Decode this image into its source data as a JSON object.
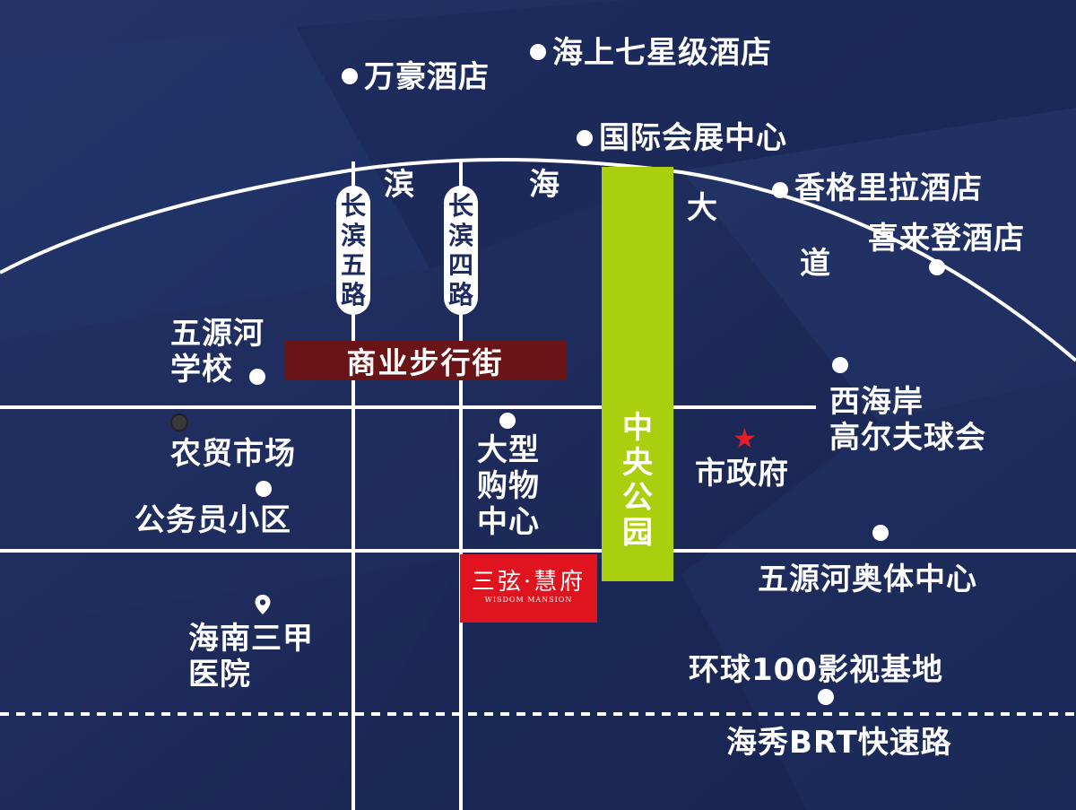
{
  "colors": {
    "background": "#1d2b5e",
    "road": "#ffffff",
    "park": "#a9cf0e",
    "pedestrian_street": "#6b1418",
    "project": "#e0141e",
    "government_star": "#e41e26"
  },
  "roads": {
    "binhai_avenue": [
      "滨",
      "海",
      "大",
      "道"
    ],
    "changbin_5": [
      "长",
      "滨",
      "五",
      "路"
    ],
    "changbin_4": [
      "长",
      "滨",
      "四",
      "路"
    ],
    "brt_expressway": "海秀BRT快速路"
  },
  "areas": {
    "central_park": [
      "中",
      "央",
      "公",
      "园"
    ],
    "pedestrian_street": "商业步行街",
    "project_name": "三弦·慧府",
    "project_english": "WISDOM MANSION"
  },
  "pois": {
    "wanhao_hotel": "万豪酒店",
    "haishang_hotel": "海上七星级酒店",
    "convention_center": "国际会展中心",
    "shangri_la": "香格里拉酒店",
    "sheraton": "喜来登酒店",
    "wuyuanhe_school": [
      "五源河",
      "学校"
    ],
    "farmers_market": "农贸市场",
    "civil_servant_community": "公务员小区",
    "shopping_center": [
      "大型",
      "购物",
      "中心"
    ],
    "west_coast_golf": [
      "西海岸",
      "高尔夫球会"
    ],
    "city_government": "市政府",
    "wuyuanhe_sports_center": "五源河奥体中心",
    "hospital": [
      "海南三甲",
      "医院"
    ],
    "film_base": "环球100影视基地"
  },
  "icons": {
    "poi": "dot-icon",
    "government": "star-icon",
    "hospital": "map-pin-icon"
  }
}
